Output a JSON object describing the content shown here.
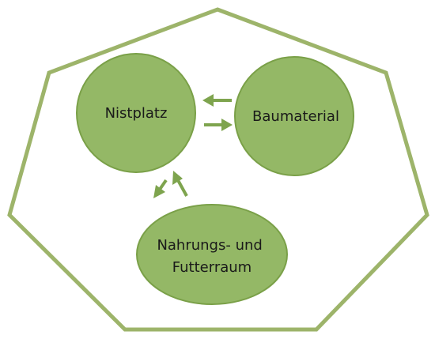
{
  "diagram": {
    "nodes": [
      {
        "id": "nistplatz",
        "label_lines": [
          "Nistplatz"
        ]
      },
      {
        "id": "baumaterial",
        "label_lines": [
          "Baumaterial"
        ]
      },
      {
        "id": "nahrungsraum",
        "label_lines": [
          "Nahrungs- und",
          "Futterraum"
        ]
      }
    ],
    "links": [
      {
        "from": "nistplatz",
        "to": "baumaterial",
        "direction": "bidirectional"
      },
      {
        "from": "nistplatz",
        "to": "nahrungsraum",
        "direction": "bidirectional"
      }
    ]
  },
  "colors": {
    "node_fill": "#94b866",
    "node_stroke": "#7aa048",
    "arrow": "#7ea44e",
    "frame_stroke": "#9db46a",
    "label": "#1a1a1a"
  }
}
